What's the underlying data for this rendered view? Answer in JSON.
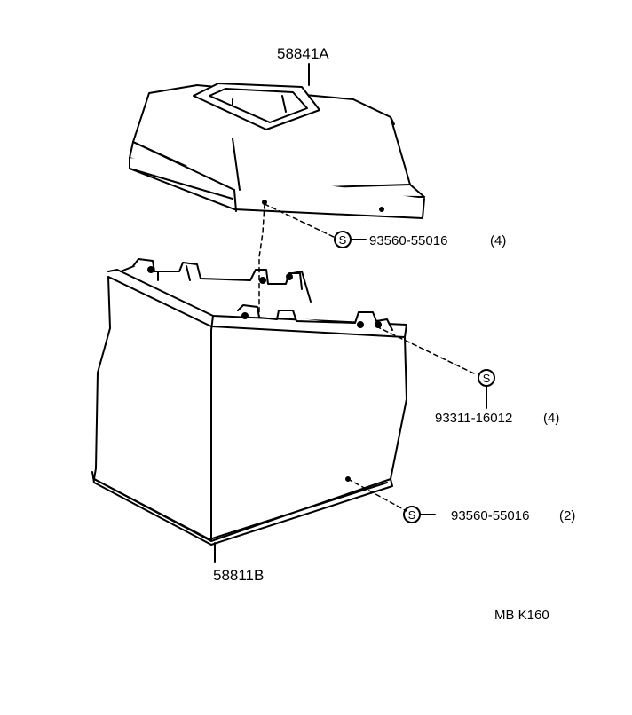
{
  "parts": {
    "lid": "58841A",
    "box": "58811B"
  },
  "fasteners": [
    {
      "mark": "S",
      "part_no": "93560-55016",
      "qty": "(4)"
    },
    {
      "mark": "S",
      "part_no": "93311-16012",
      "qty": "(4)"
    },
    {
      "mark": "S",
      "part_no": "93560-55016",
      "qty": "(2)"
    }
  ],
  "figure_code": "MB K160"
}
